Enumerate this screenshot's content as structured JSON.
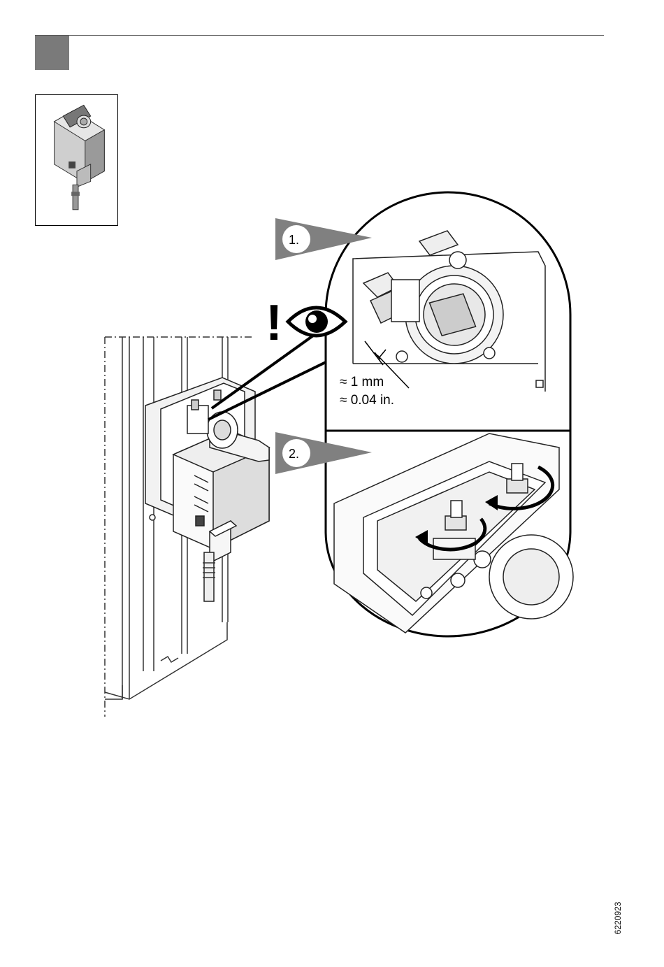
{
  "header": {
    "accent_color": "#7a7a7a",
    "rule_color": "#555555"
  },
  "thumbnail": {
    "icon": "actuator-device-icon"
  },
  "steps": [
    {
      "label": "1."
    },
    {
      "label": "2."
    }
  ],
  "warning": {
    "exclamation": "!",
    "icon": "eye-icon"
  },
  "measurement": {
    "metric": "≈ 1 mm",
    "imperial": "≈ 0.04 in."
  },
  "document_id": "6220923"
}
